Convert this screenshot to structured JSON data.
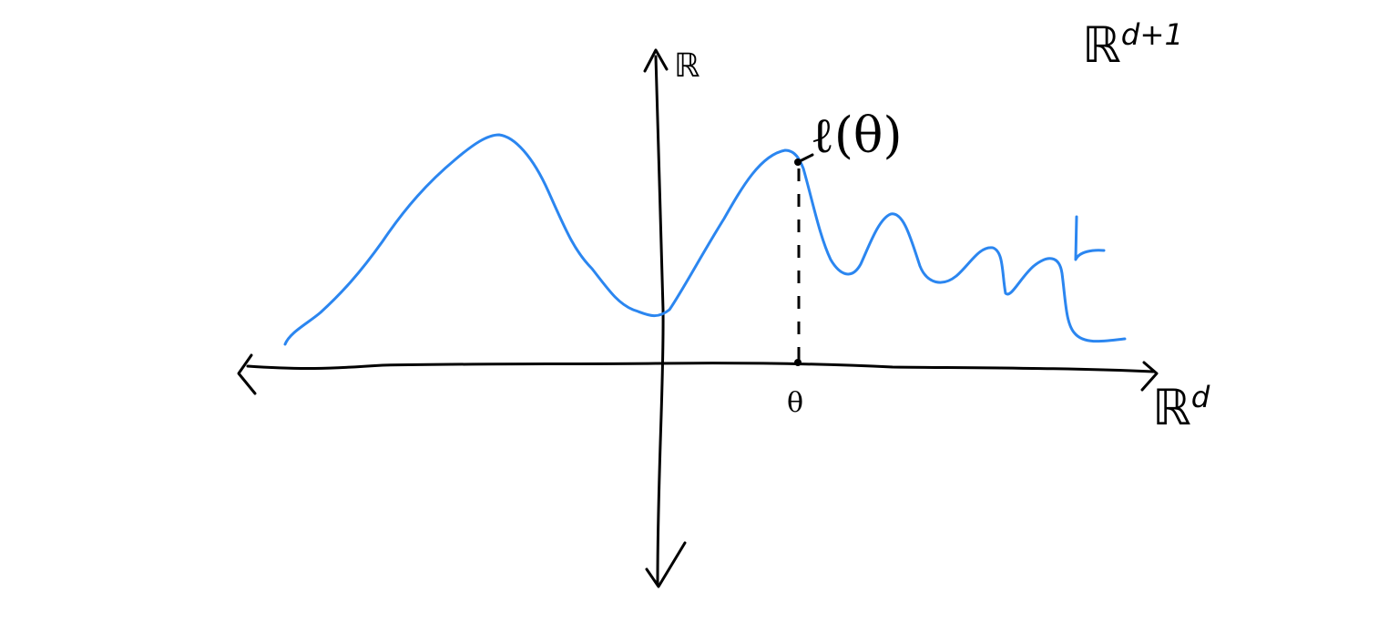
{
  "labels": {
    "y_axis": "ℝ",
    "x_axis": "ℝ",
    "x_axis_exponent": "d",
    "space": "ℝ",
    "space_exponent": "d+1",
    "point_value": "ℓ(θ)",
    "point": "θ"
  },
  "colors": {
    "curve": "#2b86f0",
    "ink": "#000000"
  }
}
